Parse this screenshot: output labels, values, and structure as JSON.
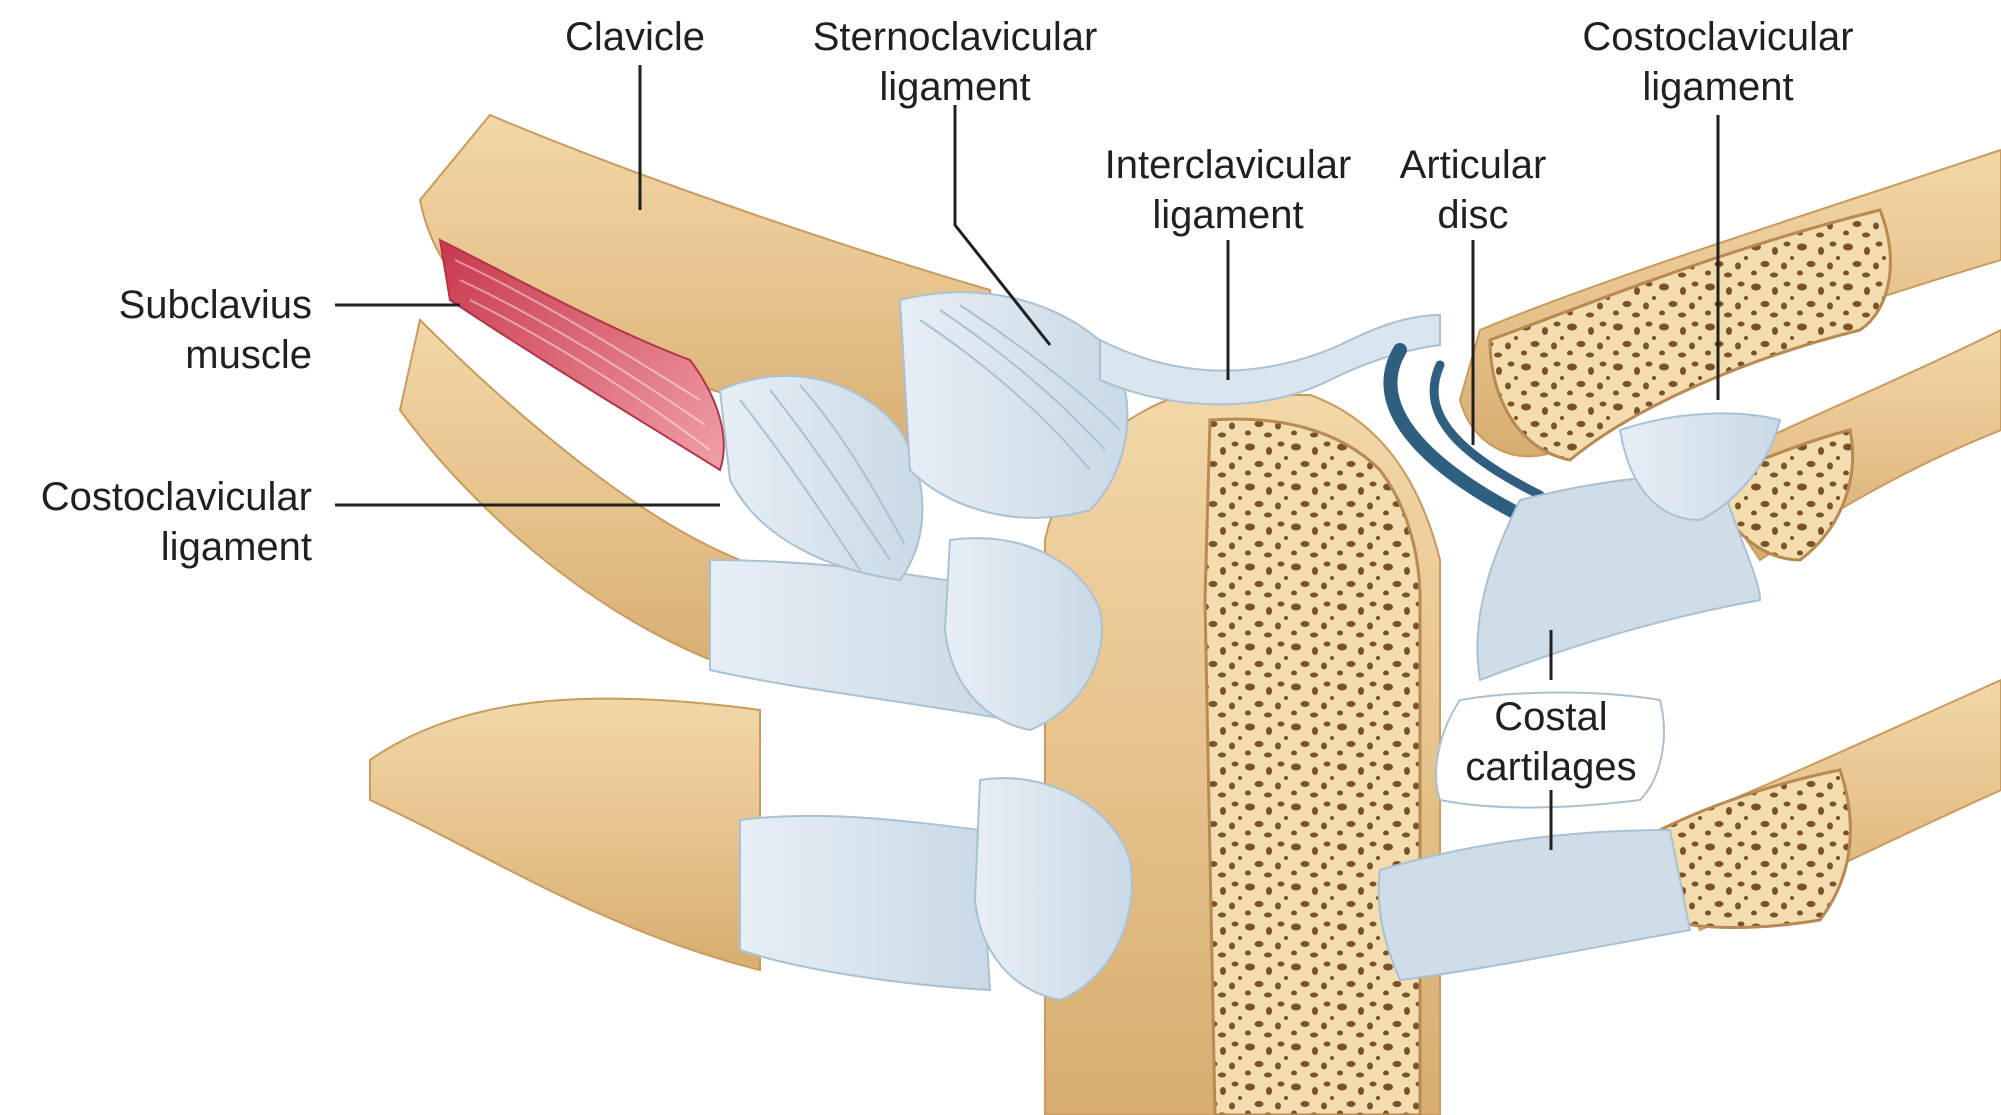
{
  "labels": {
    "clavicle": "Clavicle",
    "sternoclavicular_1": "Sternoclavicular",
    "sternoclavicular_2": "ligament",
    "costoclavicular_right_1": "Costoclavicular",
    "costoclavicular_right_2": "ligament",
    "interclavicular_1": "Interclavicular",
    "interclavicular_2": "ligament",
    "articular_1": "Articular",
    "articular_2": "disc",
    "subclavius_1": "Subclavius",
    "subclavius_2": "muscle",
    "costoclavicular_left_1": "Costoclavicular",
    "costoclavicular_left_2": "ligament",
    "costal_1": "Costal",
    "costal_2": "cartilages"
  },
  "colors": {
    "bone": "#e9c896",
    "bone_dark": "#c99b5c",
    "marrow": "#f3dcae",
    "pore": "#7a5128",
    "ligament": "#d9e6ef",
    "ligament_line": "#a9c1d3",
    "cartilage": "#cfdde8",
    "disc": "#2f5f80",
    "muscle": "#d45a6a"
  }
}
